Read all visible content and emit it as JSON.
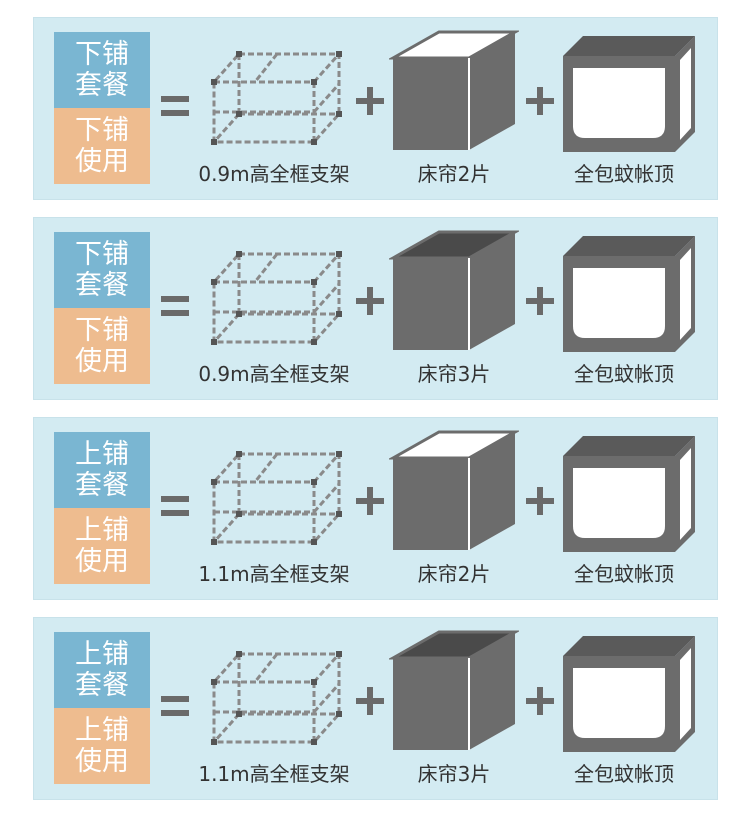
{
  "panels": [
    {
      "tag_top": [
        "下铺",
        "套餐"
      ],
      "tag_bottom": [
        "下铺",
        "使用"
      ],
      "frame_caption": "0.9m高全框支架",
      "curtain_caption": "床帘2片",
      "canopy_caption": "全包蚊帐顶"
    },
    {
      "tag_top": [
        "下铺",
        "套餐"
      ],
      "tag_bottom": [
        "下铺",
        "使用"
      ],
      "frame_caption": "0.9m高全框支架",
      "curtain_caption": "床帘3片",
      "canopy_caption": "全包蚊帐顶"
    },
    {
      "tag_top": [
        "上铺",
        "套餐"
      ],
      "tag_bottom": [
        "上铺",
        "使用"
      ],
      "frame_caption": "1.1m高全框支架",
      "curtain_caption": "床帘2片",
      "canopy_caption": "全包蚊帐顶"
    },
    {
      "tag_top": [
        "上铺",
        "套餐"
      ],
      "tag_bottom": [
        "上铺",
        "使用"
      ],
      "frame_caption": "1.1m高全框支架",
      "curtain_caption": "床帘3片",
      "canopy_caption": "全包蚊帐顶"
    }
  ],
  "colors": {
    "panel_bg": "#d3ebf2",
    "tag_blue": "#7ab6d2",
    "tag_orange": "#eebc8f",
    "curtain_gray": "#6c6c6c",
    "operator_gray": "#6a6a6a"
  },
  "icons": [
    "equals-icon",
    "plus-icon",
    "frame-icon",
    "curtain-icon",
    "canopy-icon"
  ]
}
